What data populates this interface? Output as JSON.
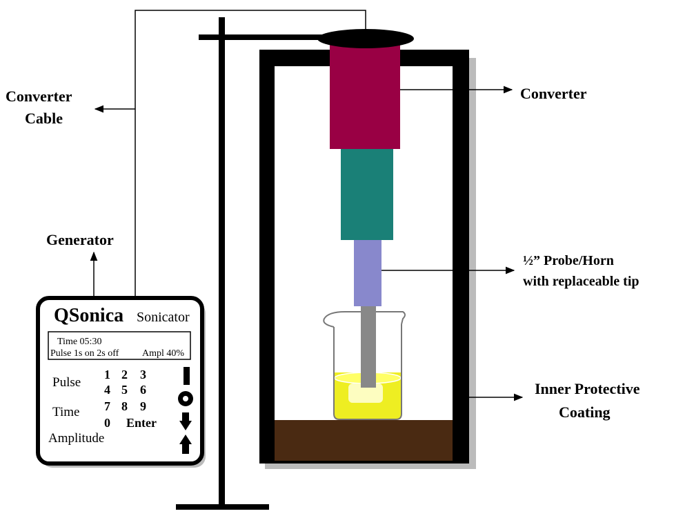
{
  "labels": {
    "converter_cable": [
      "Converter",
      "Cable"
    ],
    "converter": "Converter",
    "probe": [
      "½” Probe/Horn",
      "with replaceable tip"
    ],
    "inner_coating": [
      "Inner Protective",
      "Coating"
    ],
    "generator": "Generator"
  },
  "device": {
    "brand": "QSonica",
    "model": "Sonicator",
    "display": {
      "line1": "Time 05:30",
      "line2_left": "Pulse 1s on 2s off",
      "line2_right": "Ampl 40%"
    },
    "side_labels": [
      "Pulse",
      "Time",
      "Amplitude"
    ],
    "keys": {
      "row1": [
        "1",
        "2",
        "3"
      ],
      "row2": [
        "4",
        "5",
        "6"
      ],
      "row3": [
        "7",
        "8",
        "9"
      ],
      "zero": "0",
      "enter": "Enter"
    }
  },
  "colors": {
    "converter": "#990044",
    "booster": "#1a8077",
    "probe": "#8888cc",
    "tip": "#888888",
    "liquid": "#eeee22",
    "base": "#4a2a12",
    "frame": "#000000",
    "frame_shadow": "#bbbbbb"
  }
}
